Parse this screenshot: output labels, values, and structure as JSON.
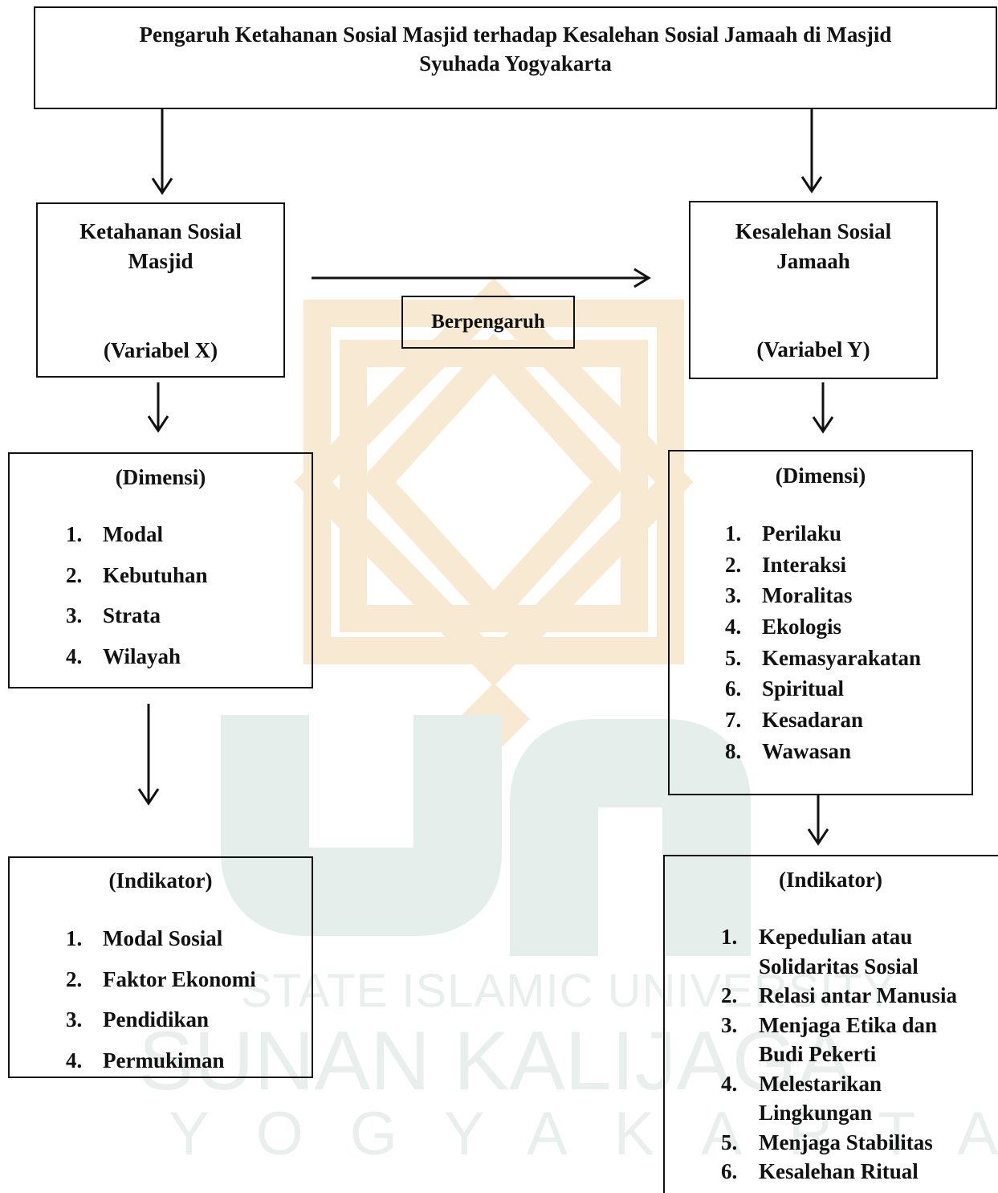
{
  "title": "Pengaruh Ketahanan Sosial Masjid terhadap Kesalehan Sosial Jamaah di Masjid Syuhada Yogyakarta",
  "title_line1": "Pengaruh Ketahanan Sosial Masjid terhadap Kesalehan Sosial Jamaah di Masjid",
  "title_line2": "Syuhada Yogyakarta",
  "var_x": {
    "name_line1": "Ketahanan Sosial",
    "name_line2": "Masjid",
    "label": "(Variabel X)"
  },
  "var_y": {
    "name_line1": "Kesalehan Sosial",
    "name_line2": "Jamaah",
    "label": "(Variabel Y)"
  },
  "link_label": "Berpengaruh",
  "dim_x": {
    "heading": "(Dimensi)",
    "items": [
      "Modal",
      "Kebutuhan",
      "Strata",
      "Wilayah"
    ]
  },
  "dim_y": {
    "heading": "(Dimensi)",
    "items": [
      "Perilaku",
      "Interaksi",
      "Moralitas",
      "Ekologis",
      "Kemasyarakatan",
      "Spiritual",
      "Kesadaran",
      "Wawasan"
    ]
  },
  "ind_x": {
    "heading": "(Indikator)",
    "items": [
      "Modal Sosial",
      "Faktor Ekonomi",
      "Pendidikan",
      "Permukiman"
    ]
  },
  "ind_y": {
    "heading": "(Indikator)",
    "items": [
      {
        "line1": "Kepedulian atau",
        "line2": "Solidaritas Sosial"
      },
      {
        "line1": "Relasi antar Manusia",
        "line2": ""
      },
      {
        "line1": "Menjaga Etika dan",
        "line2": "Budi Pekerti"
      },
      {
        "line1": "Melestarikan",
        "line2": "Lingkungan"
      },
      {
        "line1": "Menjaga Stabilitas",
        "line2": ""
      },
      {
        "line1": "Kesalehan Ritual",
        "line2": ""
      }
    ]
  },
  "watermark": {
    "line1": "STATE ISLAMIC UNIVERSITY",
    "line2": "SUNAN KALIJAGA",
    "line3": "YOGYAKARTA"
  },
  "colors": {
    "watermark_gold": "#f8ead2",
    "watermark_teal": "#e6eeeb",
    "ink": "#111111"
  }
}
